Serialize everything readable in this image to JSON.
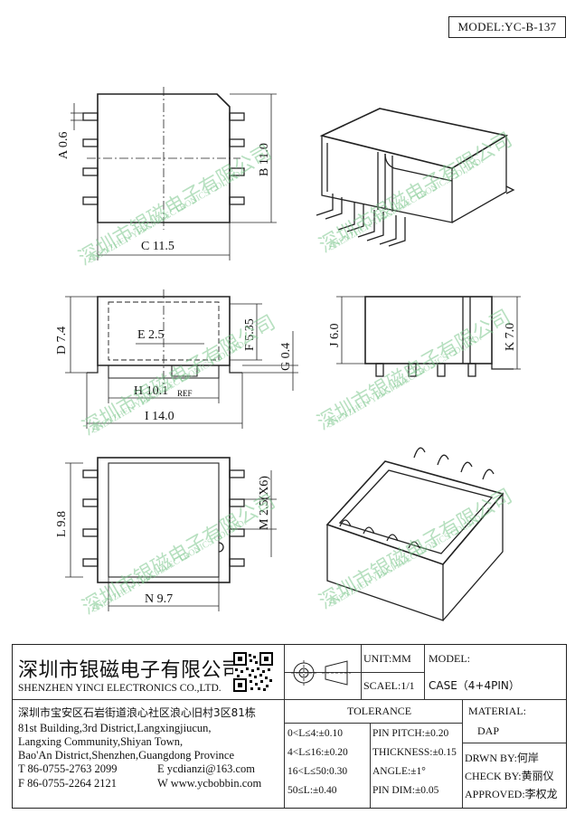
{
  "model": "MODEL:YC-B-137",
  "dimensions": {
    "A": "A 0.6",
    "B": "B 11.0",
    "C": "C 11.5",
    "D": "D 7.4",
    "E": "E 2.5",
    "F": "F 5.35",
    "G": "G 0.4",
    "H": "H 10.1",
    "H_ref": "REF",
    "I": "I 14.0",
    "J": "J 6.0",
    "K": "K 7.0",
    "L": "L 9.8",
    "M": "M 2.5(X6)",
    "N": "N 9.7"
  },
  "watermark": {
    "cn": "深圳市银磁电子有限公司",
    "en": "SHENZHEN YINCI ELECTRONICS CO.,LTD."
  },
  "title_block": {
    "company_cn": "深圳市银磁电子有限公司",
    "company_en": "SHENZHEN YINCI ELECTRONICS CO.,LTD.",
    "address_cn": "深圳市宝安区石岩街道浪心社区浪心旧村3区81栋",
    "address_en": [
      "81st Building,3rd District,Langxingjiucun,",
      "Langxing Community,Shiyan Town,",
      "Bao'An District,Shenzhen,Guangdong Province"
    ],
    "tel": "T 86-0755-2763 2099",
    "fax": "F 86-0755-2264 2121",
    "email": "E ycdianzi@163.com",
    "web": "W www.ycbobbin.com",
    "unit": "UNIT:MM",
    "scale": "SCAEL:1/1",
    "model_label": "MODEL:",
    "model_value": "CASE（4+4PIN）",
    "tolerance_title": "TOLERANCE",
    "tolerance_left": [
      "0<L≤4:±0.10",
      "4<L≤16:±0.20",
      "16<L≤50:0.30",
      "50≤L:±0.40"
    ],
    "tolerance_right": [
      "PIN PITCH:±0.20",
      "THICKNESS:±0.15",
      "ANGLE:±1°",
      "PIN DIM:±0.05"
    ],
    "material_label": "MATERIAL:",
    "material_value": "DAP",
    "drawn_by": "DRWN BY:何岸",
    "check_by": "CHECK BY:黄丽仪",
    "approved": "APPROVED:李权龙"
  }
}
